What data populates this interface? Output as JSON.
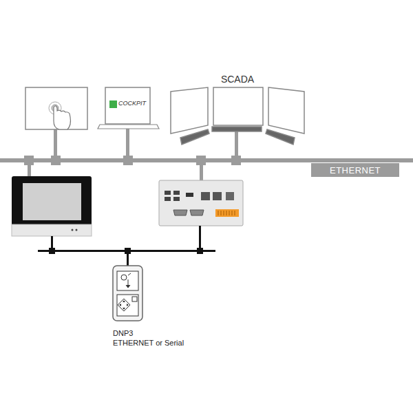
{
  "diagram": {
    "nodes": [
      {
        "text": [
          "ETHERNET"
        ]
      },
      {
        "text": [
          "DNP3",
          "ETHERNET or Serial"
        ]
      }
    ],
    "labels": [
      "SCADA",
      "COCKPIT"
    ]
  }
}
